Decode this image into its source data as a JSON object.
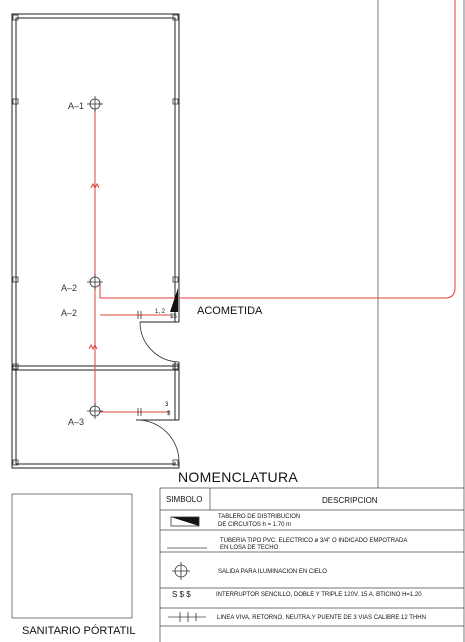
{
  "plan": {
    "outlets": [
      {
        "label": "A–1"
      },
      {
        "label": "A–2"
      },
      {
        "label": "A–2"
      },
      {
        "label": "A–3"
      }
    ],
    "acometida": "ACOMETIDA",
    "switch_numbers": {
      "top": "1, 2",
      "bottom": "3"
    }
  },
  "legend": {
    "title": "NOMENCLATURA",
    "simbolo_header": "SIMBOLO",
    "descripcion_header": "DESCRIPCION",
    "rows": [
      {
        "line1": "TABLERO DE DISTRIBUCION",
        "line2": "DE CIRCUITOS  h = 1.70 m"
      },
      {
        "line1": "TUBERIA TIPO PVC. ELECTRICO   ø 3/4\" O INDICADO EMPOTRADA",
        "line2": "EN LOSA DE TECHO"
      },
      {
        "line1": "SALIDA PARA ILUMINACION   EN CIELO"
      },
      {
        "symbol": "S $ $",
        "line1": "INTERRUPTOR SENCILLO, DOBLE Y TRIPLE 120V. 15 A. BTICINO H=1.20"
      },
      {
        "line1": "LINEA VIVA, RETORNO, NEUTRA,Y PUENTE DE 3 VIAS CALIBRE 12 THHN"
      }
    ]
  },
  "title_block": {
    "title": "SANITARIO PÓRTATIL"
  },
  "colors": {
    "wire": "#e0413b",
    "line": "#222222"
  }
}
